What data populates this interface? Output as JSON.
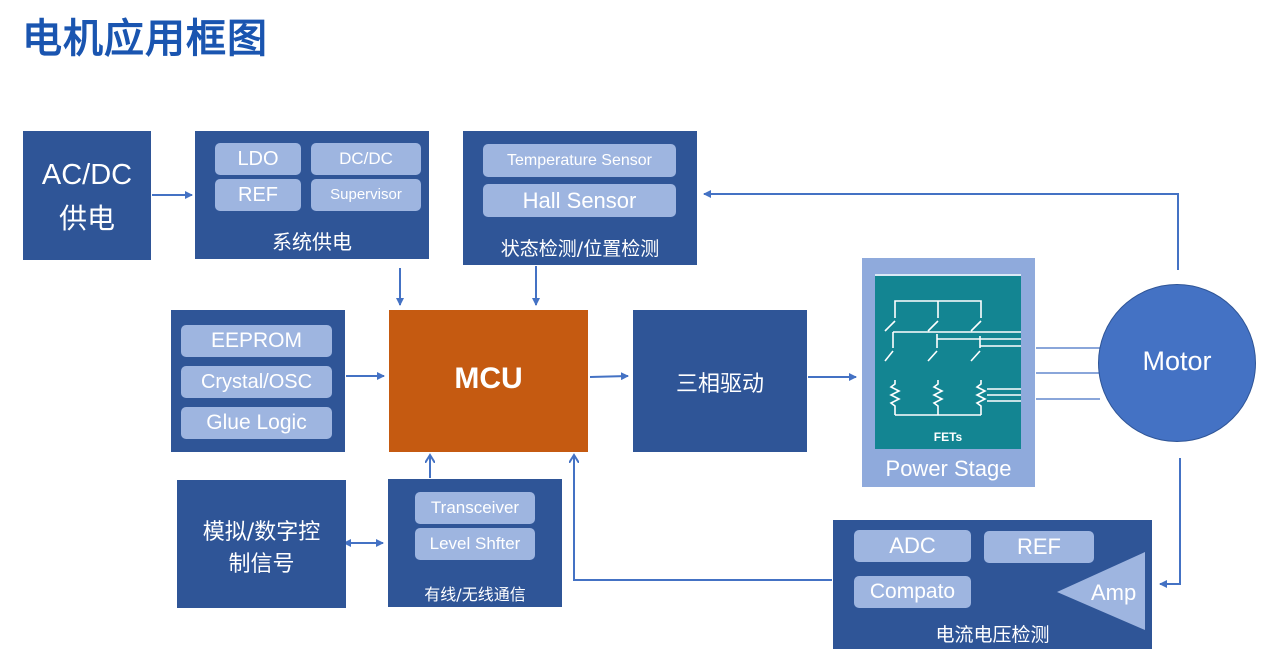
{
  "title": "电机应用框图",
  "blocks": {
    "acdc": {
      "line1": "AC/DC",
      "line2": "供电"
    },
    "power_supply": {
      "caption": "系统供电",
      "chips": [
        "LDO",
        "DC/DC",
        "REF",
        "Supervisor"
      ]
    },
    "sensing": {
      "caption": "状态检测/位置检测",
      "chips": [
        "Temperature Sensor",
        "Hall Sensor"
      ]
    },
    "memory": {
      "chips": [
        "EEPROM",
        "Crystal/OSC",
        "Glue Logic"
      ]
    },
    "mcu": {
      "label": "MCU"
    },
    "driver": {
      "label": "三相驱动"
    },
    "power_stage": {
      "caption": "Power Stage",
      "inner_label": "FETs"
    },
    "motor": {
      "label": "Motor"
    },
    "control_signal": {
      "line1": "模拟/数字控",
      "line2": "制信号"
    },
    "comm": {
      "caption": "有线/无线通信",
      "chips": [
        "Transceiver",
        "Level Shfter"
      ]
    },
    "current_sense": {
      "caption": "电流电压检测",
      "chips": [
        "ADC",
        "REF",
        "Compato"
      ],
      "amp_label": "Amp"
    }
  },
  "colors": {
    "block": "#2f5597",
    "chip": "#9eb5e0",
    "mcu": "#c55a11",
    "motor": "#4472c4",
    "power_stage_outer": "#8faadc",
    "fet_panel": "#138592",
    "wire": "#4472c4",
    "title": "#1a55b0"
  }
}
